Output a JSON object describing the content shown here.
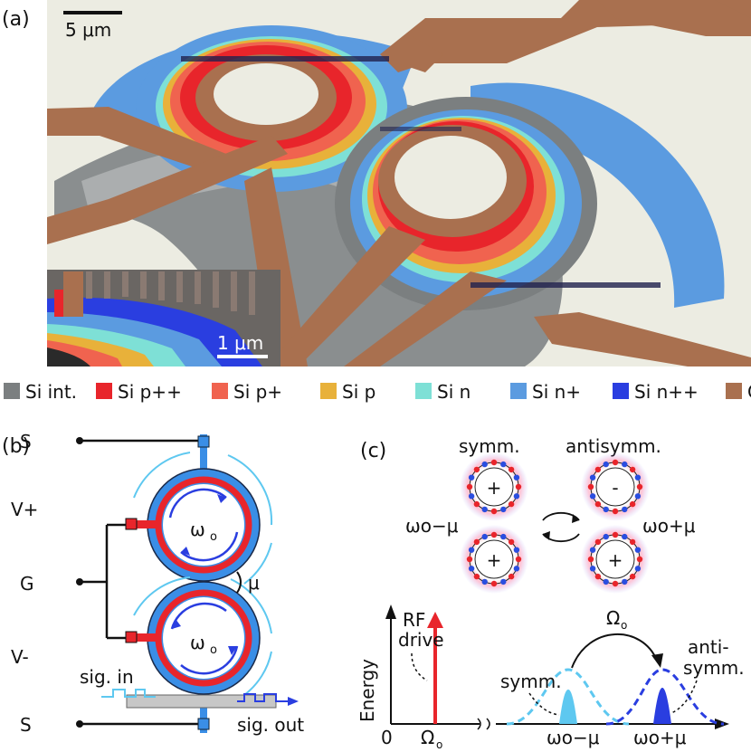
{
  "panels": {
    "a": {
      "label": "(a)",
      "scale_main": "5 μm",
      "scale_inset": "1 μm"
    },
    "b": {
      "label": "(b)",
      "terminals": [
        "S",
        "V+",
        "G",
        "V-",
        "S"
      ],
      "omega_top": "ω",
      "omega_top_sub": "o",
      "omega_bot": "ω",
      "omega_bot_sub": "o",
      "coupling": "μ",
      "sig_in": "sig. in",
      "sig_out": "sig. out"
    },
    "c": {
      "label": "(c)",
      "symm": "symm.",
      "antisymm": "antisymm.",
      "left_freq": "ωo−μ",
      "right_freq": "ωo+μ",
      "signs_left": [
        "+",
        "+"
      ],
      "signs_right": [
        "-",
        "+"
      ],
      "rf_drive_1": "RF",
      "rf_drive_2": "drive",
      "y_axis": "Energy",
      "x_zero": "0",
      "omega_big": "Ω",
      "omega_big_sub": "o",
      "x_tick_rf": "Ω",
      "x_tick_rf_sub": "o",
      "x_tick_lo": "ωo−μ",
      "x_tick_hi": "ωo+μ",
      "peak_symm": "symm.",
      "peak_anti_1": "anti-",
      "peak_anti_2": "symm."
    }
  },
  "legend": [
    {
      "label": "Si int.",
      "color": "#7b7f80"
    },
    {
      "label": "Si p++",
      "color": "#e8252b"
    },
    {
      "label": "Si p+",
      "color": "#f0634f"
    },
    {
      "label": "Si p",
      "color": "#e8b13a"
    },
    {
      "label": "Si n",
      "color": "#7ee0d6"
    },
    {
      "label": "Si n+",
      "color": "#5b9be0"
    },
    {
      "label": "Si n++",
      "color": "#2a3ee0"
    },
    {
      "label": "Cu",
      "color": "#a9704f"
    }
  ]
}
